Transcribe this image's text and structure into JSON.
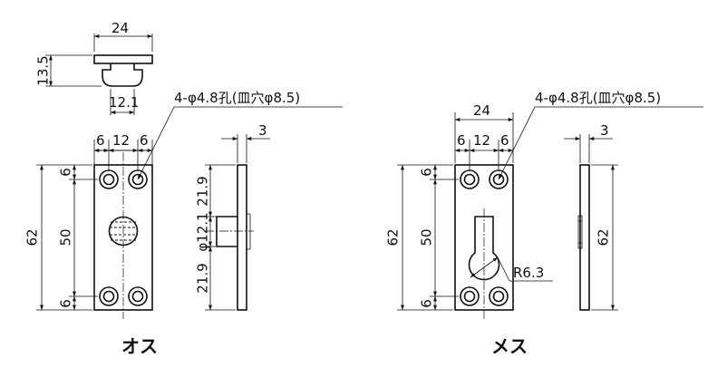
{
  "captions": {
    "male": "オス",
    "female": "メス"
  },
  "notes": {
    "hole_spec_male": "4-φ4.8孔(皿穴φ8.5)",
    "hole_spec_female": "4-φ4.8孔(皿穴φ8.5)"
  },
  "dimensions": {
    "top_width": "24",
    "top_height": "13.5",
    "pin_diameter": "12.1",
    "male_pitch_left": "6",
    "male_pitch_mid": "12",
    "male_pitch_right": "6",
    "male_top_hole": "6",
    "male_span": "50",
    "male_bottom_hole": "6",
    "male_length": "62",
    "male_thickness": "3",
    "side_upper": "21.9",
    "side_pin_dia": "φ12.1",
    "side_lower": "21.9",
    "female_width": "24",
    "female_pitch_left": "6",
    "female_pitch_mid": "12",
    "female_pitch_right": "6",
    "female_top_hole": "6",
    "female_span": "50",
    "female_bottom_hole": "6",
    "female_length": "62",
    "female_radius": "R6.3",
    "female_thickness": "3",
    "female_side_length": "62"
  }
}
